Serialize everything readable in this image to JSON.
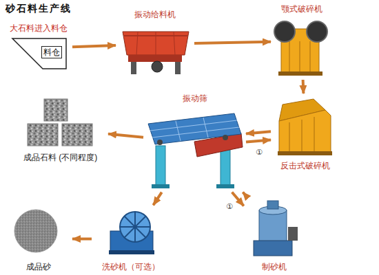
{
  "diagram": {
    "title": "砂石料生产线",
    "nodes": [
      {
        "text": [
          "大石料进入料仓",
          "料仓"
        ]
      },
      {
        "text": [
          "振动给料机"
        ]
      },
      {
        "text": [
          "颚式破碎机"
        ]
      },
      {
        "text": [
          "成品石料 (不同程度)"
        ]
      },
      {
        "text": [
          "振动筛"
        ]
      },
      {
        "text": [
          "反击式破碎机"
        ]
      },
      {
        "text": [
          "成品砂"
        ]
      },
      {
        "text": [
          "洗砂机（可选）"
        ]
      },
      {
        "text": [
          "制砂机"
        ]
      }
    ],
    "edges": [
      {
        "from": 0,
        "to": 1,
        "arrow": "to"
      },
      {
        "from": 1,
        "to": 2,
        "arrow": "to"
      },
      {
        "from": 2,
        "to": 5,
        "arrow": "to"
      },
      {
        "from": 5,
        "to": 4,
        "arrow": "to"
      },
      {
        "from": 4,
        "to": 5,
        "arrow": "to",
        "label": "①"
      },
      {
        "from": 4,
        "to": 3,
        "arrow": "to"
      },
      {
        "from": 4,
        "to": 8,
        "arrow": "to",
        "label": "①"
      },
      {
        "from": 8,
        "to": 4,
        "arrow": "to"
      },
      {
        "from": 4,
        "to": 7,
        "arrow": "to"
      },
      {
        "from": 7,
        "to": 6,
        "arrow": "to"
      }
    ]
  }
}
